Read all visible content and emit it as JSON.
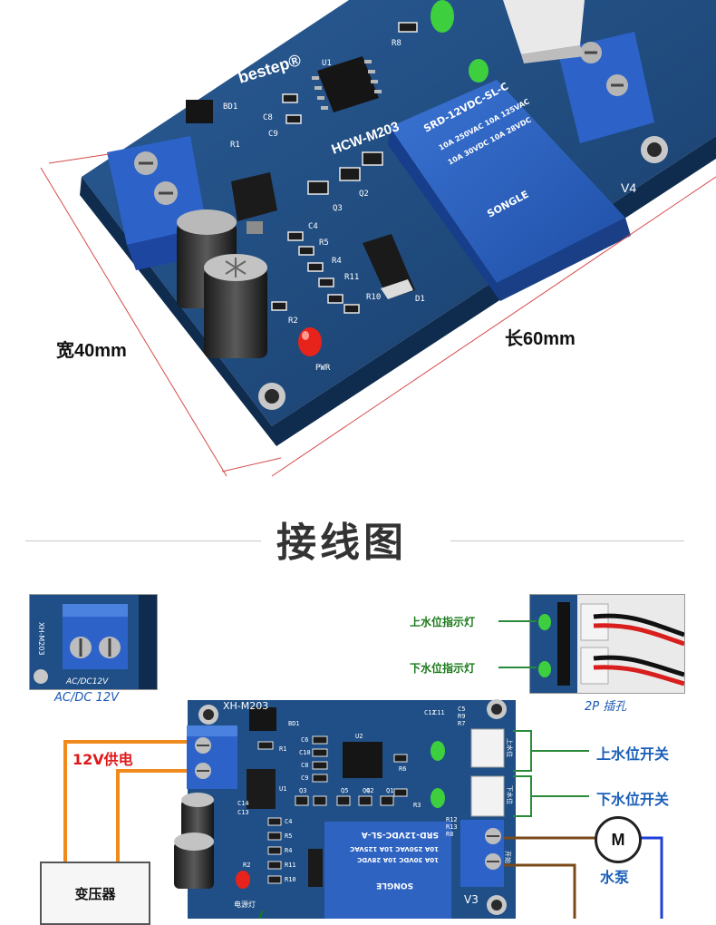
{
  "top_photo": {
    "width_label": "宽40mm",
    "length_label": "长60mm",
    "brand": "bestep®",
    "model": "HCW-M203",
    "relay_text": [
      "SRD-12VDC-SL-C",
      "10A 250VAC 10A 125VAC",
      "10A 30VDC 10A 28VDC",
      "SONGLE"
    ],
    "corner_label": "V4",
    "silk": [
      "BD1",
      "R1",
      "U1",
      "C8",
      "C9",
      "R8",
      "Q3",
      "Q2",
      "C4",
      "R5",
      "R4",
      "R11",
      "R10",
      "D1",
      "R2",
      "PWR"
    ]
  },
  "section": {
    "title": "接线图"
  },
  "wiring": {
    "power_inset_caption": "AC/DC 12V",
    "power_inset_silk": "AC/DC12V",
    "power_inset_model": "XH-M203",
    "plug_inset_caption": "2P 插孔",
    "upper_led_label": "上水位指示灯",
    "lower_led_label": "下水位指示灯",
    "board_model": "XH-M203",
    "supply_label": "12V供电",
    "transformer_label": "变压器",
    "upper_switch_label": "上水位开关",
    "lower_switch_label": "下水位开关",
    "pump_label": "水泵",
    "motor_symbol": "M",
    "board_corner": "V3",
    "relay_text": [
      "SRD-12VDC-SL-A",
      "10A 250VAC 10A 125VAC",
      "10A 30VDC 10A 28VDC",
      "SONGLE"
    ],
    "board_silk": [
      "BD1",
      "R1",
      "U1",
      "U2",
      "C6",
      "C10",
      "C8",
      "C9",
      "C5",
      "R9",
      "R7",
      "C12",
      "C11",
      "R6",
      "R3",
      "R12",
      "R13",
      "R8",
      "C14",
      "C13",
      "Q3",
      "Q2",
      "Q1",
      "Q5",
      "Q4",
      "R5",
      "R4",
      "R2",
      "R11",
      "R10",
      "C4"
    ],
    "pwr_led_label": "电源灯",
    "terminal_silk": [
      "开始",
      "下水位",
      "上水位"
    ]
  },
  "colors": {
    "pcb": "#1f4f86",
    "pcb_dark": "#173c68",
    "terminal": "#2a5fc6",
    "relay": "#2e63c2",
    "wire_orange": "#f08a1c",
    "wire_brown": "#7a4a1a",
    "wire_blue": "#1f3fd8",
    "guide_red": "#d64b4b",
    "bracket_green": "#2a8a3a"
  }
}
